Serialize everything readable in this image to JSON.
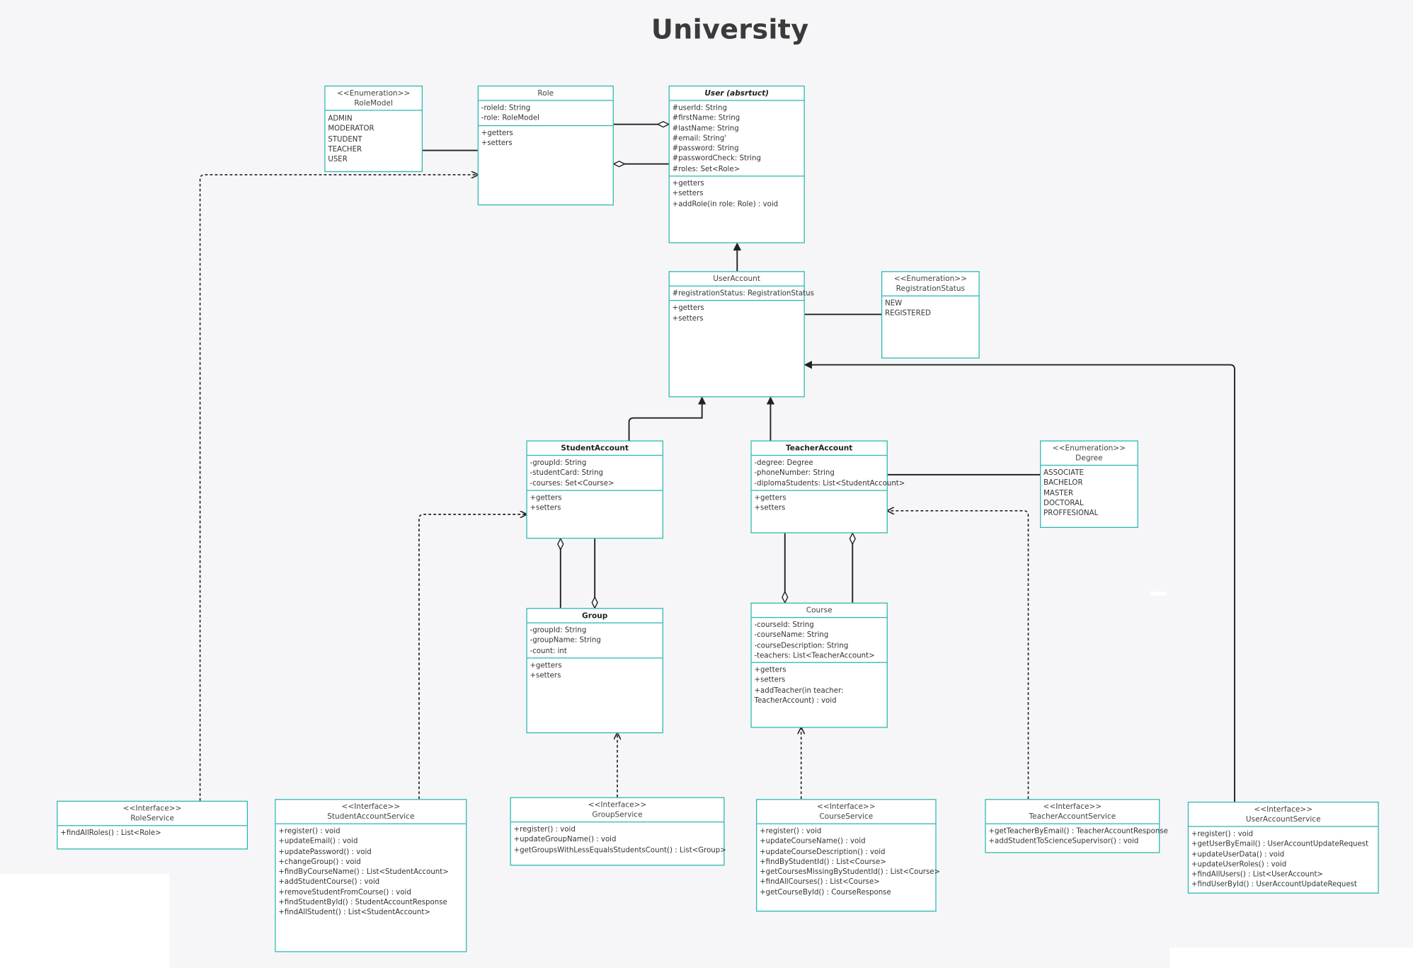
{
  "title": "University",
  "colors": {
    "border": "#2ab7b0",
    "line": "#222222",
    "background": "#f6f6f8"
  },
  "classes": {
    "rolemodel": {
      "stereotype": "<<Enumeration>>",
      "name": "RoleModel",
      "attributes": [
        "ADMIN",
        "MODERATOR",
        "STUDENT",
        "TEACHER",
        "USER"
      ]
    },
    "role": {
      "name": "Role",
      "attributes": [
        "-roleId: String",
        "-role: RoleModel"
      ],
      "methods": [
        "+getters",
        "+setters"
      ]
    },
    "user": {
      "name": "User (absrtuct)",
      "attributes": [
        "#userId: String",
        "#firstName: String",
        "#lastName: String",
        "#email: String'",
        "#password: String",
        "#passwordCheck: String",
        "#roles: Set<Role>"
      ],
      "methods": [
        "+getters",
        "+setters",
        "+addRole(in role: Role) : void"
      ]
    },
    "useraccount": {
      "name": "UserAccount",
      "attributes": [
        "#registrationStatus: RegistrationStatus"
      ],
      "methods": [
        "+getters",
        "+setters"
      ]
    },
    "registrationstatus": {
      "stereotype": "<<Enumeration>>",
      "name": "RegistrationStatus",
      "attributes": [
        "NEW",
        "REGISTERED"
      ]
    },
    "studentaccount": {
      "name": "StudentAccount",
      "attributes": [
        "-groupId: String",
        "-studentCard: String",
        "-courses: Set<Course>"
      ],
      "methods": [
        "+getters",
        "+setters"
      ]
    },
    "teacheraccount": {
      "name": "TeacherAccount",
      "attributes": [
        "-degree: Degree",
        "-phoneNumber: String",
        "-diplomaStudents: List<StudentAccount>"
      ],
      "methods": [
        "+getters",
        "+setters"
      ]
    },
    "degree": {
      "stereotype": "<<Enumeration>>",
      "name": "Degree",
      "attributes": [
        "ASSOCIATE",
        "BACHELOR",
        "MASTER",
        "DOCTORAL",
        "PROFFESIONAL"
      ]
    },
    "group": {
      "name": "Group",
      "attributes": [
        "-groupId: String",
        "-groupName: String",
        "-count: int"
      ],
      "methods": [
        "+getters",
        "+setters"
      ]
    },
    "course": {
      "name": "Course",
      "attributes": [
        "-courseId: String",
        "-courseName: String",
        "-courseDescription: String",
        "-teachers: List<TeacherAccount>"
      ],
      "methods": [
        "+getters",
        "+setters",
        "+addTeacher(in teacher:",
        "TeacherAccount) : void"
      ]
    },
    "roleservice": {
      "stereotype": "<<Interface>>",
      "name": "RoleService",
      "methods": [
        "+findAllRoles() : List<Role>"
      ]
    },
    "studentaccountservice": {
      "stereotype": "<<Interface>>",
      "name": "StudentAccountService",
      "methods": [
        "+register() : void",
        "+updateEmail() : void",
        "+updatePassword() : void",
        "+changeGroup() : void",
        "+findByCourseName() : List<StudentAccount>",
        "+addStudentCourse() : void",
        "+removeStudentFromCourse() : void",
        "+findStudentById() : StudentAccountResponse",
        "+findAllStudent() : List<StudentAccount>"
      ]
    },
    "groupservice": {
      "stereotype": "<<Interface>>",
      "name": "GroupService",
      "methods": [
        "+register() : void",
        "+updateGroupName() : void",
        "+getGroupsWithLessEqualsStudentsCount() : List<Group>"
      ]
    },
    "courseservice": {
      "stereotype": "<<Interface>>",
      "name": "CourseService",
      "methods": [
        "+register() : void",
        "+updateCourseName() : void",
        "+updateCourseDescription() : void",
        "+findByStudentId() : List<Course>",
        "+getCoursesMissingByStudentId() : List<Course>",
        "+findAllCourses() : List<Course>",
        "+getCourseById() : CourseResponse"
      ]
    },
    "teacheraccountservice": {
      "stereotype": "<<Interface>>",
      "name": "TeacherAccountService",
      "methods": [
        "+getTeacherByEmail() : TeacherAccountResponse",
        "+addStudentToScienceSupervisor() : void"
      ]
    },
    "useraccountservice": {
      "stereotype": "<<Interface>>",
      "name": "UserAccountService",
      "methods": [
        "+register() : void",
        "+getUserByEmail() : UserAccountUpdateRequest",
        "+updateUserData() : void",
        "+updateUserRoles() : void",
        "+findAllUsers() : List<UserAccount>",
        "+findUserById() : UserAccountUpdateRequest"
      ]
    }
  }
}
